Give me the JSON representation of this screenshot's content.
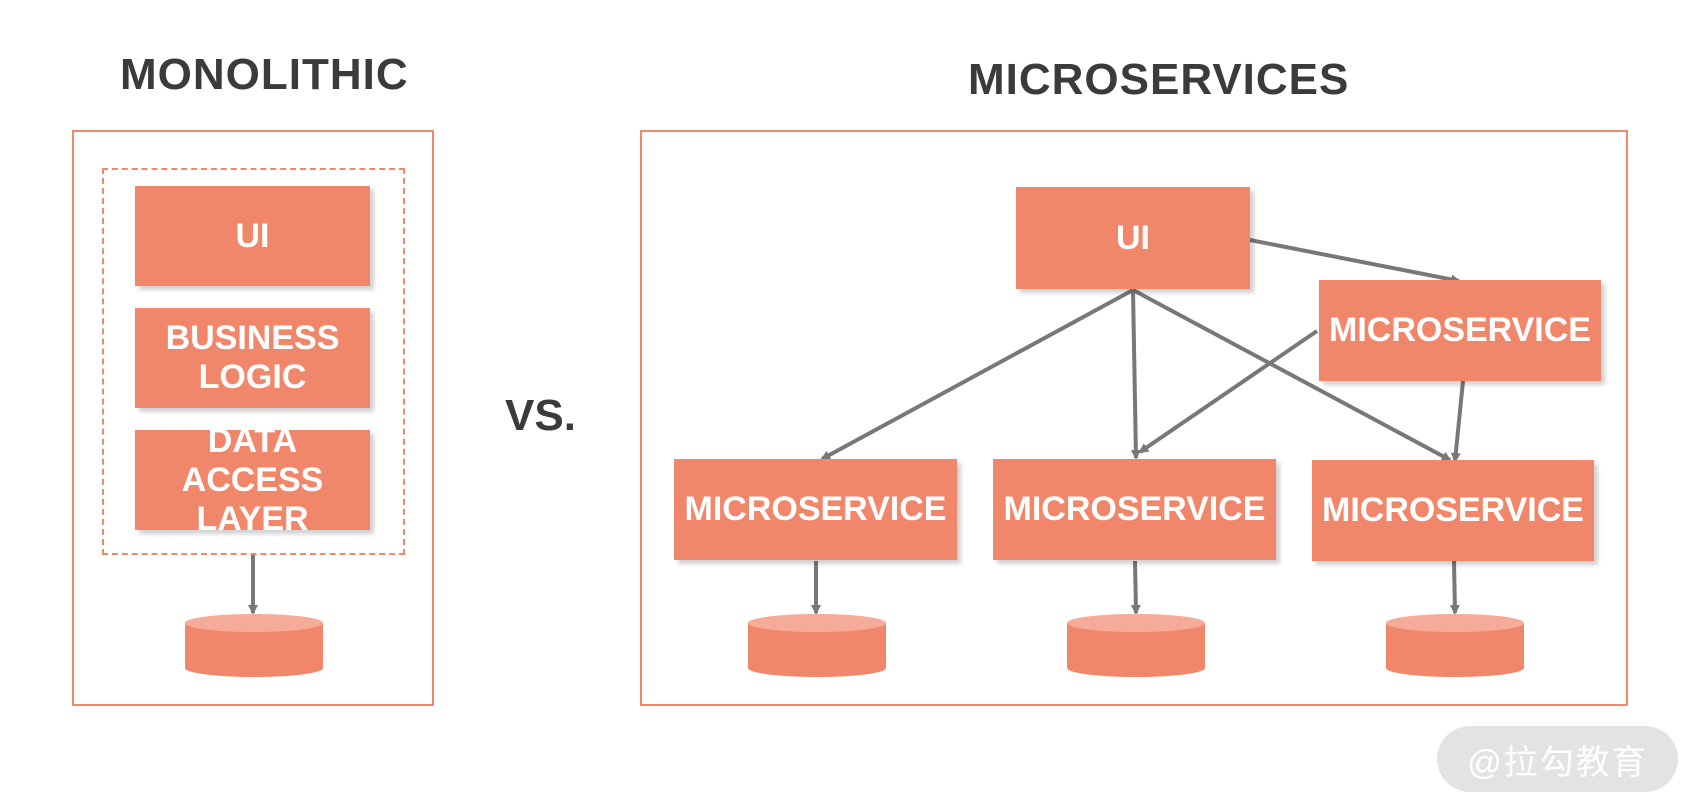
{
  "monolithic": {
    "title": "MONOLITHIC",
    "ui": "UI",
    "business_logic": [
      "BUSINESS",
      "LOGIC"
    ],
    "data_access": [
      "DATA ACCESS",
      "LAYER"
    ],
    "database_icon": "cylinder-database"
  },
  "vs": "VS.",
  "microservices": {
    "title": "MICROSERVICES",
    "ui": "UI",
    "service_top": "MICROSERVICE",
    "service_left": "MICROSERVICE",
    "service_middle": "MICROSERVICE",
    "service_right": "MICROSERVICE",
    "database_icon": "cylinder-database"
  },
  "watermark": "@拉勾教育",
  "colors": {
    "accent": "#f0876a",
    "accent_light": "#f6ab98",
    "arrow": "#787878",
    "title": "#3b3b3b"
  }
}
